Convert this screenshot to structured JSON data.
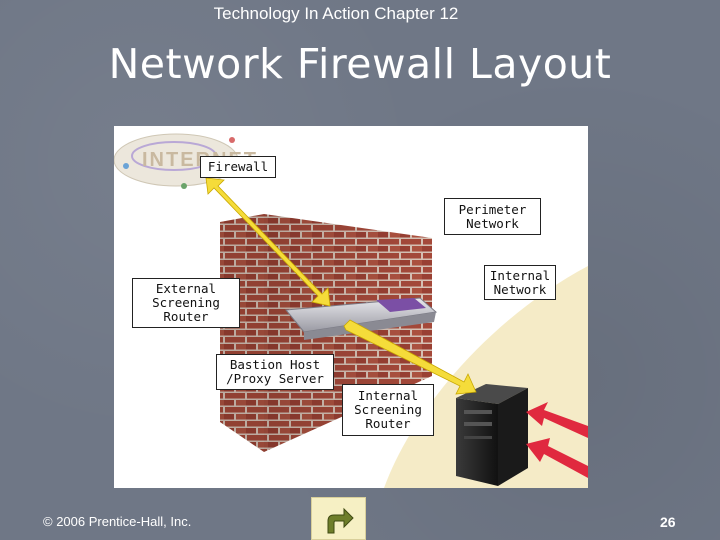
{
  "header": {
    "chapter": "Technology In Action Chapter 12"
  },
  "slide": {
    "title": "Network Firewall Layout"
  },
  "diagram": {
    "logo_text": "INTERNET",
    "labels": {
      "firewall": "Firewall",
      "perimeter": "Perimeter\nNetwork",
      "internal_network": "Internal\nNetwork",
      "external_router": "External\nScreening\nRouter",
      "bastion": "Bastion Host\n/Proxy Server",
      "internal_router": "Internal\nScreening\nRouter"
    },
    "colors": {
      "arrow": "#f5dc3a",
      "brick": "#a5493a",
      "mortar": "#d7c2b5",
      "beige": "#f5ebc7",
      "red_arrow": "#e0293f"
    }
  },
  "footer": {
    "copyright": "© 2006 Prentice-Hall, Inc.",
    "page": "26"
  },
  "nav": {
    "return_icon": "return-arrow-icon"
  }
}
